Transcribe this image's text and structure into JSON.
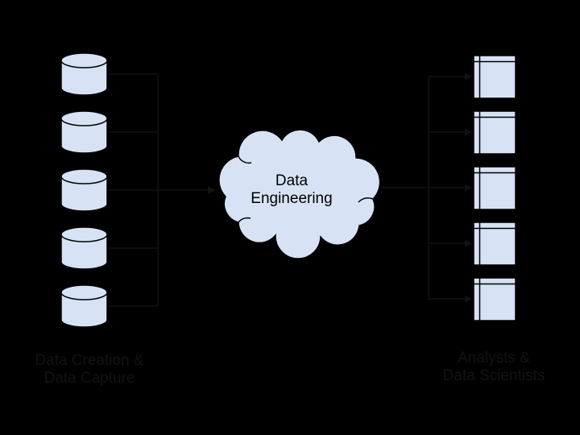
{
  "colors": {
    "background": "#000000",
    "shape_fill": "#d7e3f4",
    "shape_stroke": "#000000",
    "hidden_ink": "#131313"
  },
  "cloud": {
    "line1": "Data",
    "line2": "Engineering"
  },
  "sources": {
    "icon": "database-cylinder-icon",
    "count": 5,
    "caption_line1": "Data Creation &",
    "caption_line2": "Data Capture"
  },
  "consumers": {
    "icon": "report-window-icon",
    "count": 5,
    "caption_line1": "Analysts &",
    "caption_line2": "Data Scientists"
  }
}
